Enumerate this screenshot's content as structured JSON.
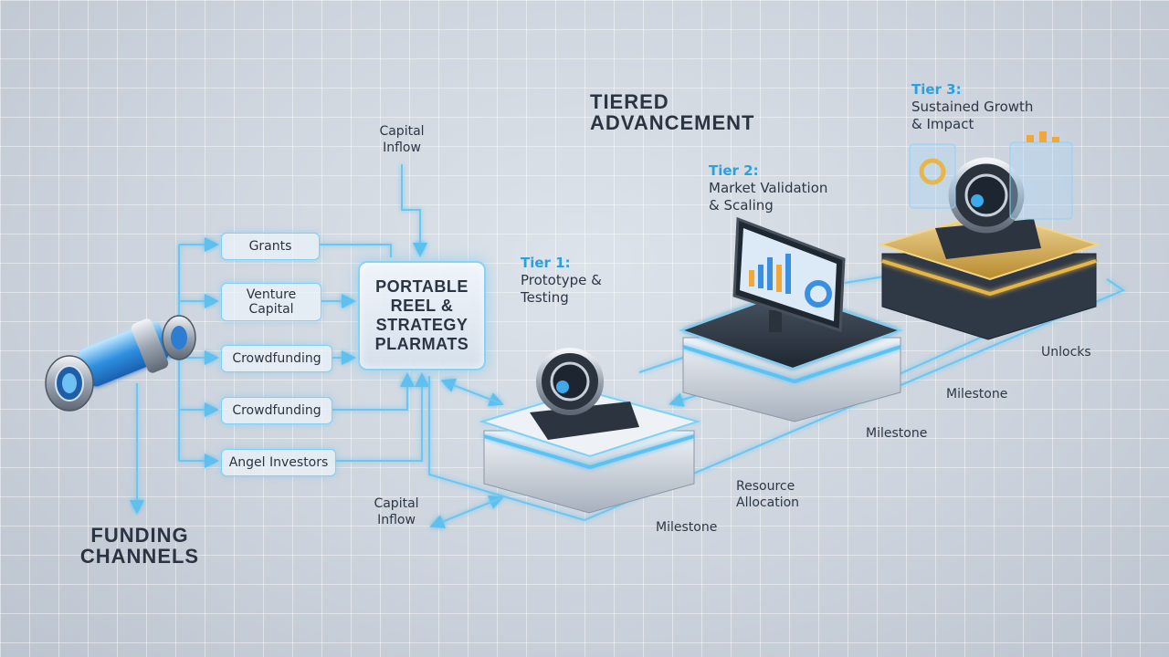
{
  "labels": {
    "funding_channels": "FUNDING\nCHANNELS",
    "tiered_advancement": "TIERED\nADVANCEMENT",
    "hub": "PORTABLE\nREEL &\nSTRATEGY\nPLARMATS",
    "capital_inflow_top": "Capital\nInflow",
    "capital_inflow_bottom": "Capital\nInflow",
    "resource_allocation": "Resource\nAllocation",
    "milestone_1": "Milestone",
    "milestone_2": "Milestone",
    "milestone_3": "Milestone",
    "unlocks": "Unlocks"
  },
  "channels": [
    {
      "label": "Grants"
    },
    {
      "label": "Venture\nCapital"
    },
    {
      "label": "Crowdfunding"
    },
    {
      "label": "Crowdfunding"
    },
    {
      "label": "Angel Investors"
    }
  ],
  "tiers": [
    {
      "name": "Tier 1:",
      "desc": "Prototype &\nTesting"
    },
    {
      "name": "Tier 2:",
      "desc": "Market Validation\n& Scaling"
    },
    {
      "name": "Tier 3:",
      "desc": "Sustained Growth\n& Impact"
    }
  ],
  "colors": {
    "accent_blue": "#2aa0dc",
    "glow_blue": "#7fd0f5",
    "gold": "#d4a640",
    "background": "#cdd4dd"
  }
}
